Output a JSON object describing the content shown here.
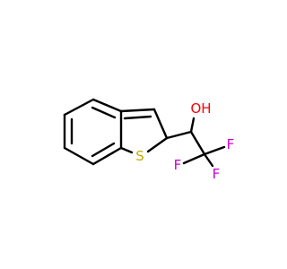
{
  "molecule": {
    "atoms": {
      "sulfur": {
        "label": "S",
        "color": "#C8A800"
      },
      "hydroxyl": {
        "label": "OH",
        "color": "#FF0000"
      },
      "fluorine_1": {
        "label": "F",
        "color": "#CC00CC"
      },
      "fluorine_2": {
        "label": "F",
        "color": "#CC00CC"
      },
      "fluorine_3": {
        "label": "F",
        "color": "#CC00CC"
      }
    },
    "bond_color": "#000000"
  }
}
